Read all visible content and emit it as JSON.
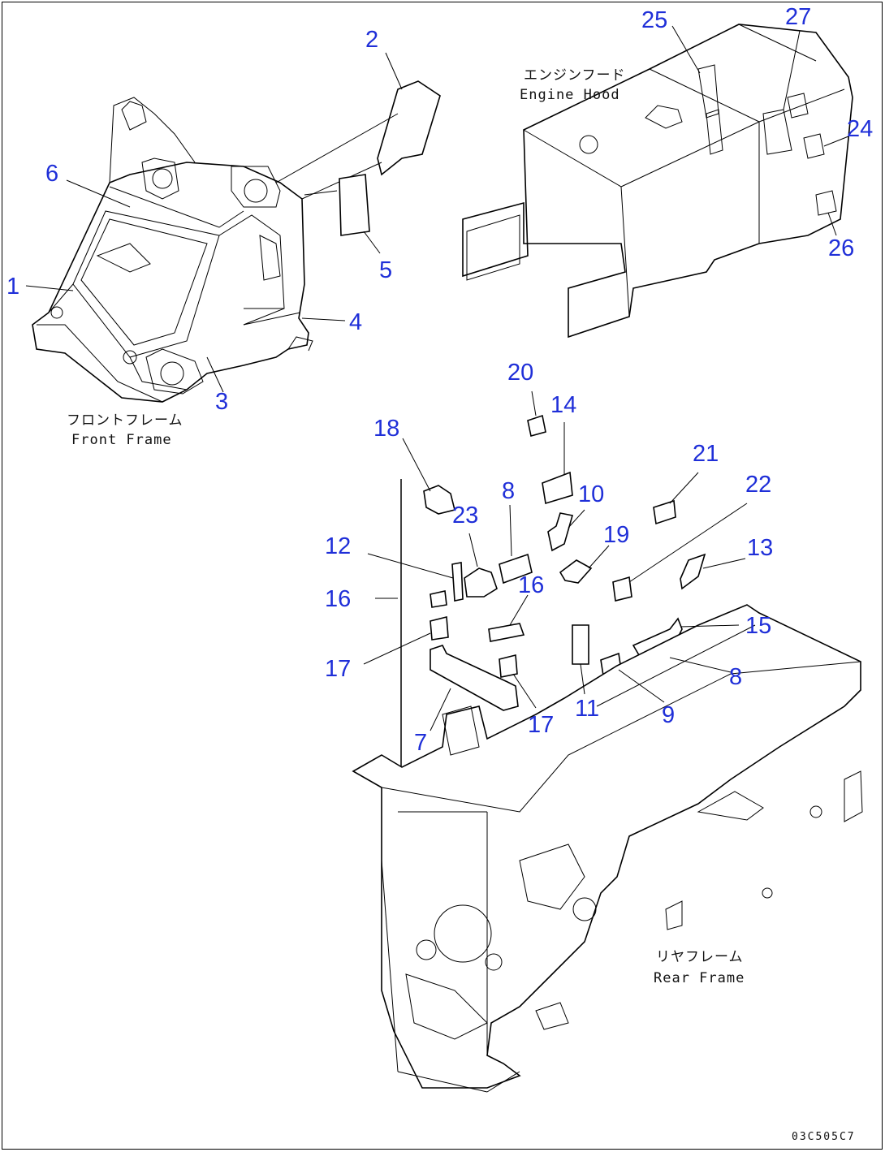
{
  "callouts": {
    "n1": "1",
    "n2": "2",
    "n3": "3",
    "n4": "4",
    "n5": "5",
    "n6": "6",
    "n7": "7",
    "n8a": "8",
    "n8b": "8",
    "n9": "9",
    "n10": "10",
    "n11": "11",
    "n12": "12",
    "n13": "13",
    "n14": "14",
    "n15": "15",
    "n16a": "16",
    "n16b": "16",
    "n17a": "17",
    "n17b": "17",
    "n18": "18",
    "n19": "19",
    "n20": "20",
    "n21": "21",
    "n22": "22",
    "n23": "23",
    "n24": "24",
    "n25": "25",
    "n26": "26",
    "n27": "27"
  },
  "captions": {
    "front_frame_jp": "フロントフレーム",
    "front_frame_en": "Front Frame",
    "engine_hood_jp": "エンジンフード",
    "engine_hood_en": "Engine Hood",
    "rear_frame_jp": "リヤフレーム",
    "rear_frame_en": "Rear Frame"
  },
  "figure_code": "03C505C7",
  "colors": {
    "callout": "#1f2fd8",
    "line": "#000000",
    "background": "#ffffff"
  }
}
